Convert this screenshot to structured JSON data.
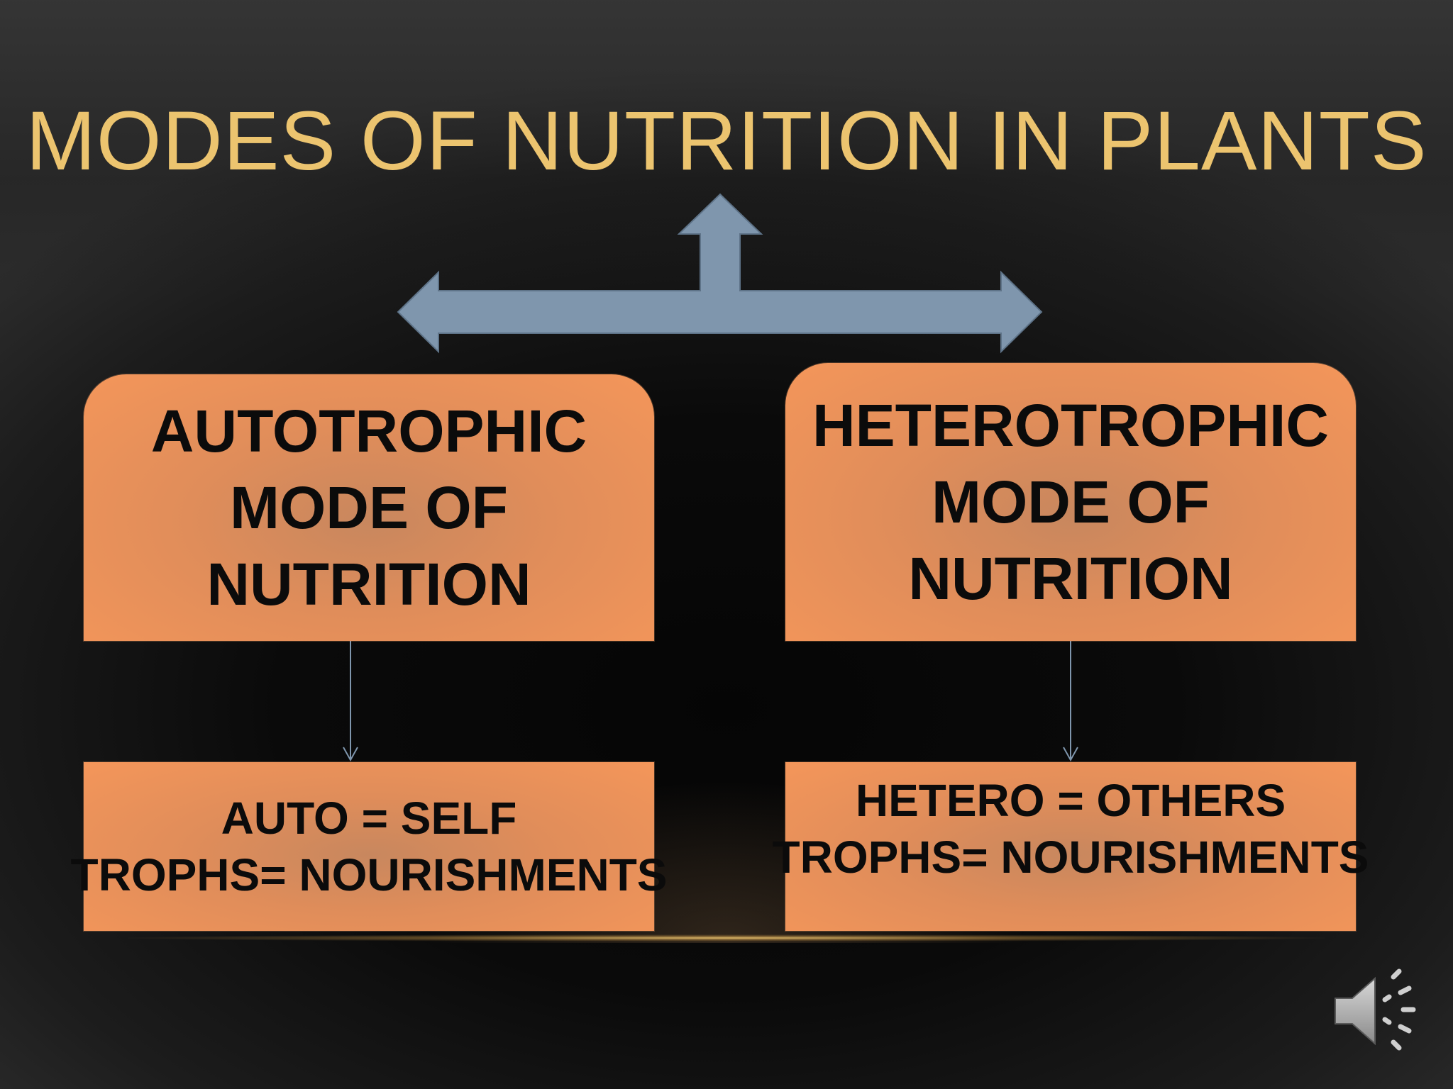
{
  "slide": {
    "title": "MODES OF NUTRITION IN PLANTS",
    "title_color": "#ecc46f",
    "box_color": "#f4965a",
    "arrow_color": "#7f96ad"
  },
  "branches": [
    {
      "heading_lines": [
        "AUTOTROPHIC",
        "MODE OF",
        "NUTRITION"
      ],
      "definition_lines": [
        "AUTO = SELF",
        "TROPHS= NOURISHMENTS"
      ]
    },
    {
      "heading_lines": [
        "HETEROTROPHIC",
        "MODE OF",
        "NUTRITION"
      ],
      "definition_lines": [
        "HETERO = OTHERS",
        "TROPHS= NOURISHMENTS"
      ]
    }
  ],
  "icons": {
    "audio": "speaker-icon"
  }
}
